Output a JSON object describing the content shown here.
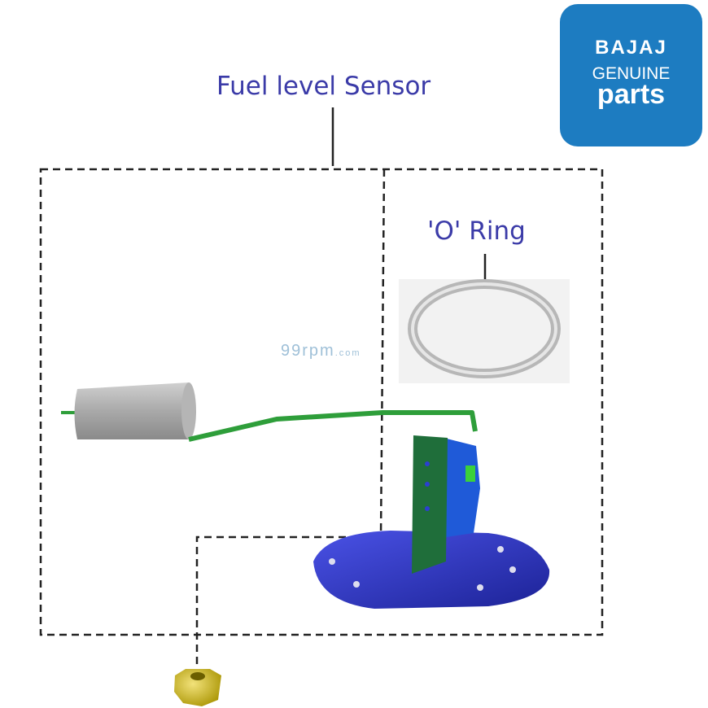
{
  "labels": {
    "fuel_level_sensor": "Fuel level Sensor",
    "o_ring": "'O' Ring"
  },
  "logo": {
    "brand": "BAJAJ",
    "line2": "GENUINE",
    "line3": "parts"
  },
  "watermark": {
    "main": "99rpm",
    "suffix": ".com"
  },
  "colors": {
    "label_text": "#3b3ba8",
    "logo_bg": "#1d7cc1",
    "float_rod": "#2e9e3a",
    "flange": "#2e35c9",
    "oring": "#bdbdbd",
    "nut": "#c9b400"
  }
}
